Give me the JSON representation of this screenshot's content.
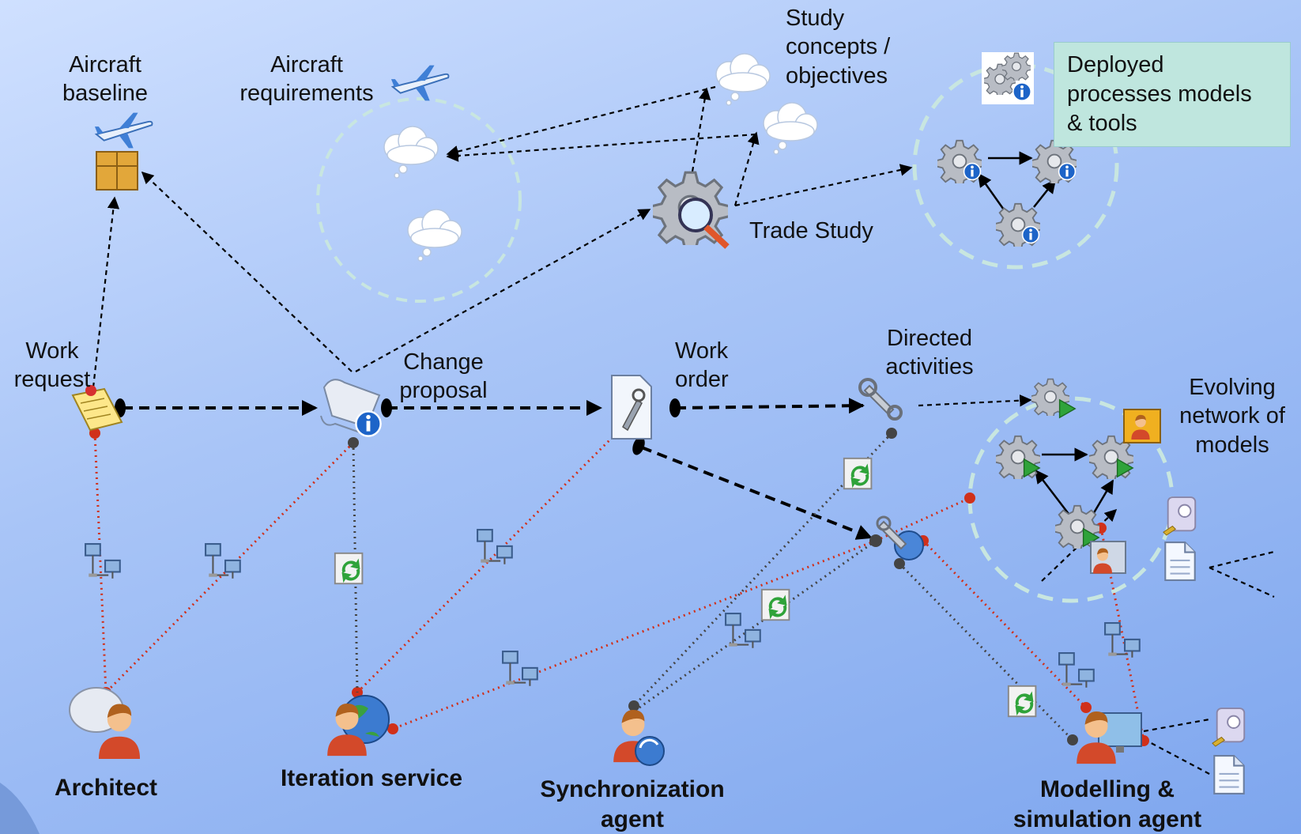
{
  "labels": {
    "aircraft_baseline": "Aircraft\nbaseline",
    "aircraft_requirements": "Aircraft\nrequirements",
    "study_concepts": "Study\nconcepts /\nobjectives",
    "deployed": "Deployed\nprocesses models\n& tools",
    "trade_study": "Trade Study",
    "work_request": "Work\nrequest",
    "change_proposal": "Change\nproposal",
    "work_order": "Work\norder",
    "directed_activities": "Directed\nactivities",
    "evolving_network": "Evolving\nnetwork of\nmodels"
  },
  "actors": {
    "architect": "Architect",
    "iteration_service": "Iteration service",
    "sync_agent": "Synchronization\nagent",
    "ms_agent": "Modelling &\nsimulation agent"
  },
  "colors": {
    "dotted_red": "#d0301a",
    "dotted_gray": "#444444",
    "note_bg": "#bfe6de"
  }
}
